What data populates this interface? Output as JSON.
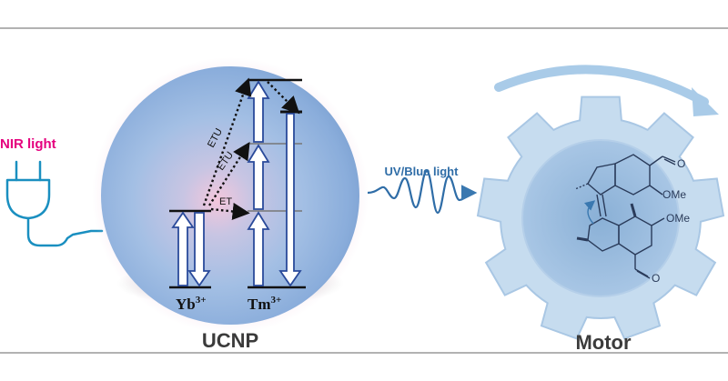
{
  "labels": {
    "nir": "NIR light",
    "uv_blue": "UV/Blue light",
    "ucnp": "UCNP",
    "motor": "Motor",
    "yb_base": "Yb",
    "yb_sup": "3+",
    "tm_base": "Tm",
    "tm_sup": "3+",
    "etu1": "ETU",
    "etu2": "ETU",
    "et": "ET",
    "ome_top": "OMe",
    "ome_bottom": "OMe",
    "carbonyl_top": "O",
    "carbonyl_bottom": "O"
  },
  "colors": {
    "nir_text": "#e5007e",
    "plug": "#1a8fc0",
    "wave": "#2f6da7",
    "gear": "#c6dcef",
    "gear_stroke": "#a9c7e4",
    "motor_arrow": "#a9cbe8",
    "sphere_mid": "#8fb2dd",
    "sphere_edge": "#6f94c6",
    "arrow_outline": "#2a4a9a",
    "label_text": "#3b3b3b"
  },
  "icons": [
    "plug-icon",
    "gear-icon",
    "rotation-arrow-icon",
    "wave-icon"
  ]
}
